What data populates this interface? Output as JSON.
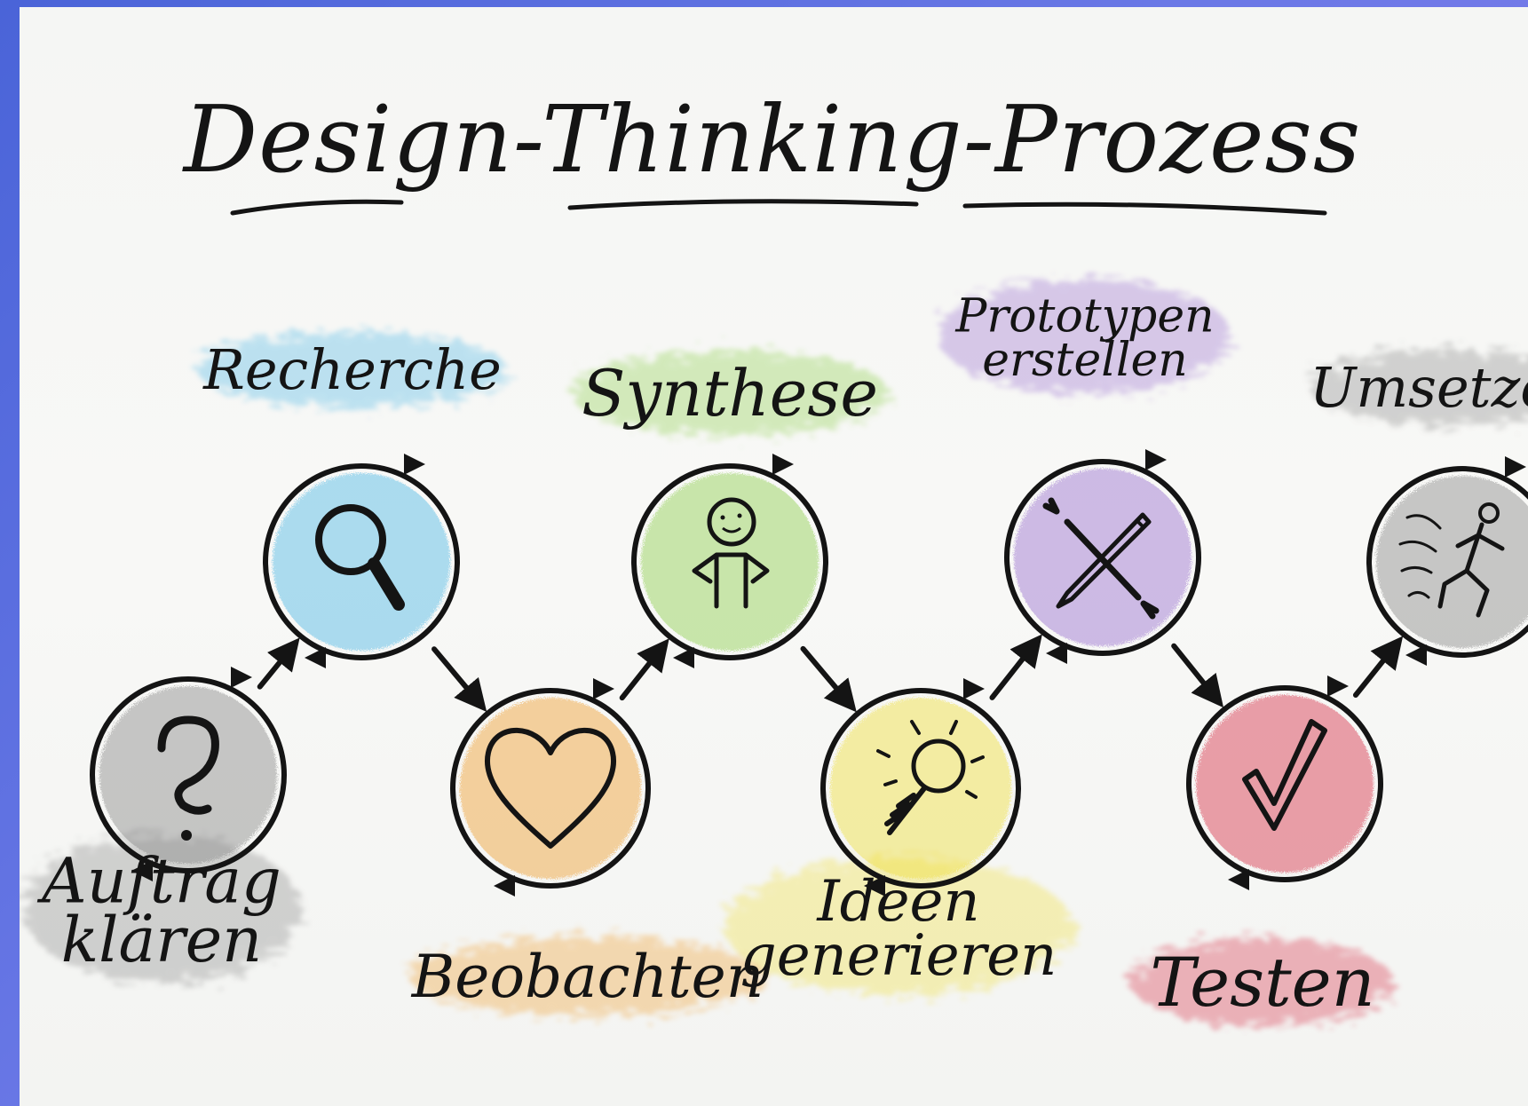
{
  "title": "Design-Thinking-Prozess",
  "colors": {
    "ink": "#141414",
    "paper": "#f6f7f5",
    "frame": "#5a6fe0"
  },
  "steps": [
    {
      "label_lines": [
        "Auftrag",
        "klären"
      ],
      "icon": "question-mark-icon",
      "color": "#8a8a8a"
    },
    {
      "label_lines": [
        "Recherche"
      ],
      "icon": "magnifier-icon",
      "color": "#4fb8e6"
    },
    {
      "label_lines": [
        "Beobachten"
      ],
      "icon": "heart-icon",
      "color": "#f0a030"
    },
    {
      "label_lines": [
        "Synthese"
      ],
      "icon": "person-icon",
      "color": "#8fd050"
    },
    {
      "label_lines": [
        "Ideen",
        "generieren"
      ],
      "icon": "lightbulb-icon",
      "color": "#f0e040"
    },
    {
      "label_lines": [
        "Prototypen",
        "erstellen"
      ],
      "icon": "pencil-wrench-icon",
      "color": "#9a70d0"
    },
    {
      "label_lines": [
        "Testen"
      ],
      "icon": "checkmark-icon",
      "color": "#d83048"
    },
    {
      "label_lines": [
        "Umsetzen"
      ],
      "icon": "running-person-icon",
      "color": "#8a8a8a"
    }
  ]
}
